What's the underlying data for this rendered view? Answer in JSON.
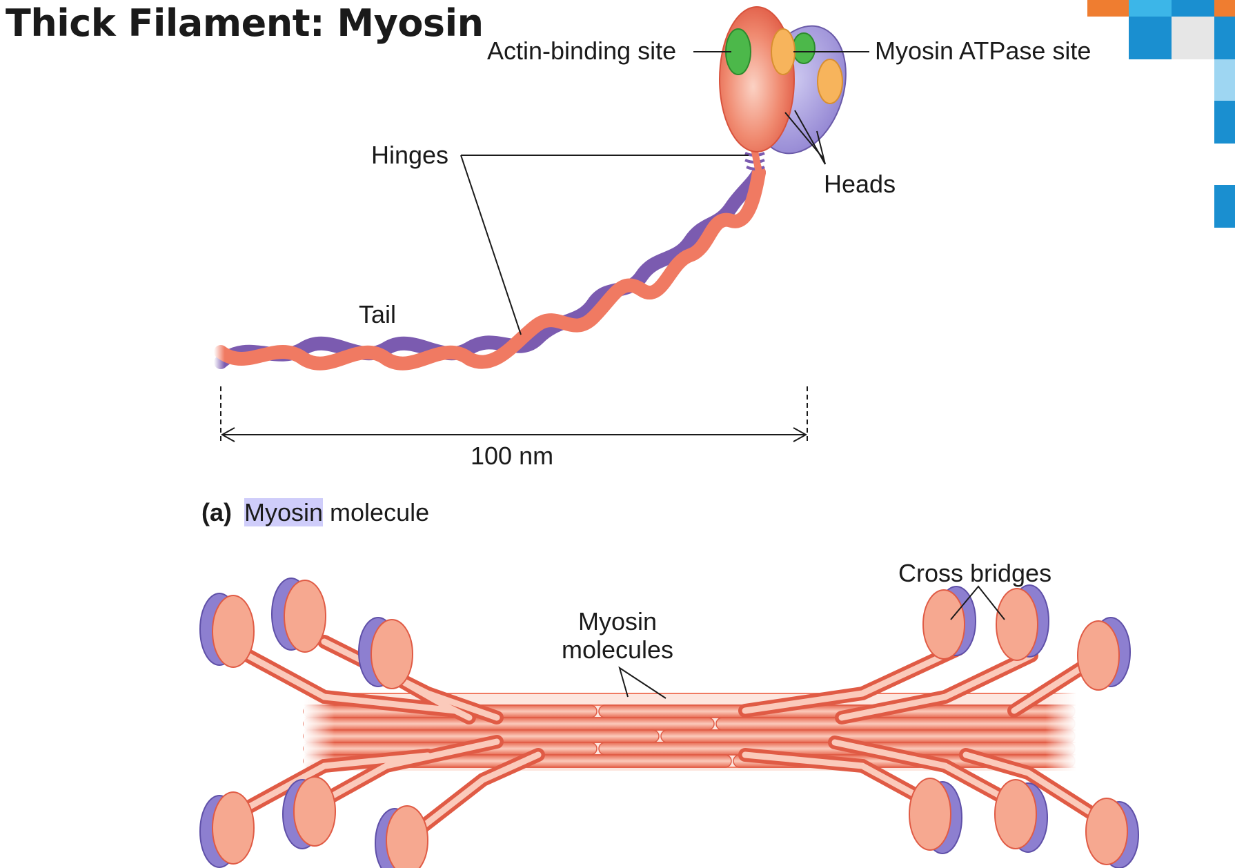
{
  "title": "Thick Filament: Myosin",
  "labels": {
    "actin_binding_site": "Actin-binding site",
    "atpase_site": "Myosin ATPase site",
    "hinges": "Hinges",
    "heads": "Heads",
    "tail": "Tail",
    "scale": "100 nm",
    "myosin_molecules_line1": "Myosin",
    "myosin_molecules_line2": "molecules",
    "cross_bridges": "Cross bridges"
  },
  "caption": {
    "part": "(a)",
    "highlighted": "Myosin",
    "rest": " molecule"
  },
  "colors": {
    "salmon": "#f07a62",
    "salmon_light": "#f9b8a6",
    "purple": "#7b5bb0",
    "lavender": "#a79bdc",
    "green": "#4cb84a",
    "orange": "#f7b45c",
    "accent_orange": "#ef7d30",
    "accent_blue": "#1a8fd0",
    "accent_cyan": "#3cb6e8"
  }
}
